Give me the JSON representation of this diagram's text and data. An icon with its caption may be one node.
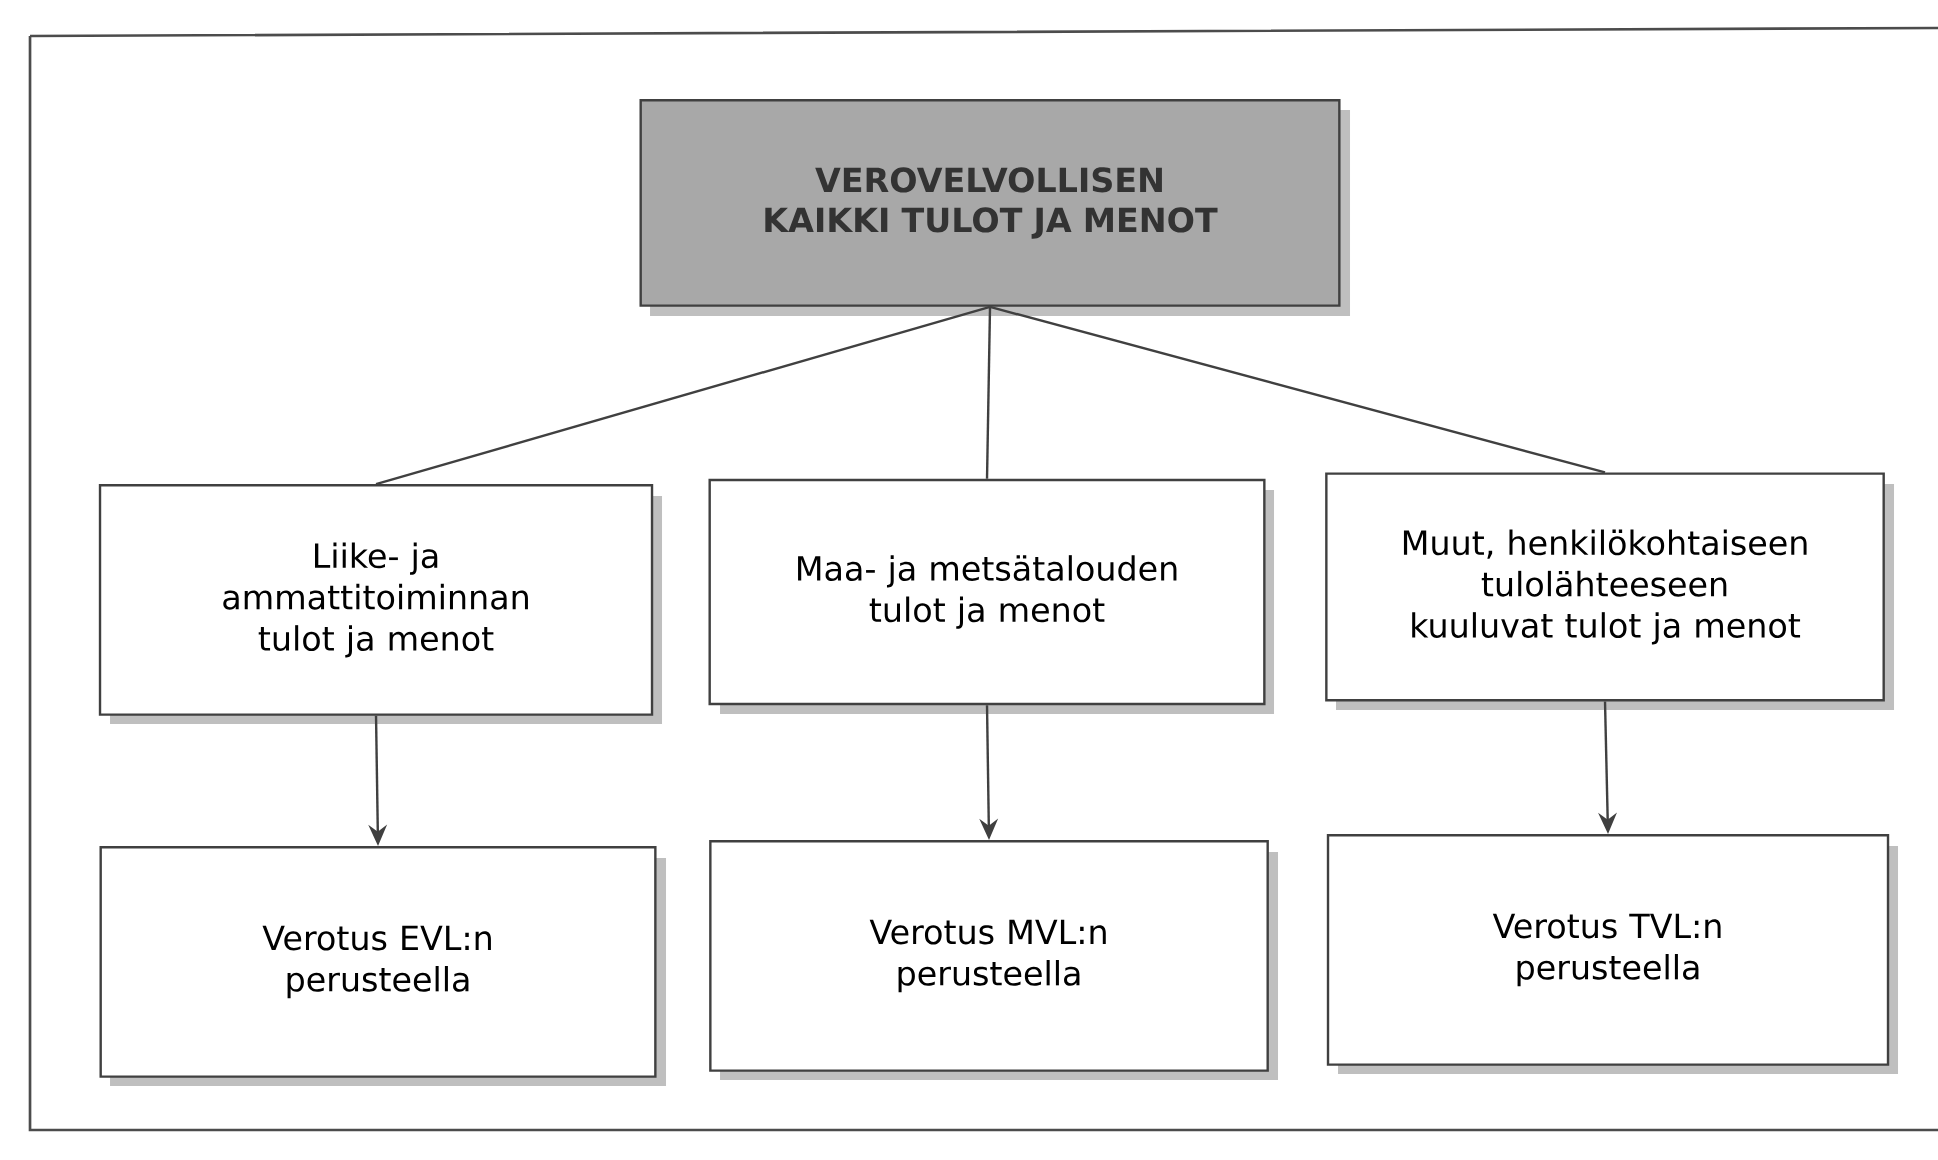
{
  "diagram": {
    "nodes": [
      {
        "text": [
          "VEROVELVOLLISEN KAIKKI TULOT JA MENOT"
        ]
      },
      {
        "text": [
          "Liike- ja ammattitoiminnan tulot ja menot"
        ]
      },
      {
        "text": [
          "Maa- ja metsätalouden tulot ja menot"
        ]
      },
      {
        "text": [
          "Muut, henkilökohtaiseen tulolähteeseen kuuluvat tulot ja menot"
        ]
      },
      {
        "text": [
          "Verotus EVL:n perusteella"
        ]
      },
      {
        "text": [
          "Verotus MVL:n perusteella"
        ]
      },
      {
        "text": [
          "Verotus TVL:n perusteella"
        ]
      }
    ],
    "edges": [
      {
        "from": 0,
        "to": 1,
        "arrow": "none"
      },
      {
        "from": 0,
        "to": 2,
        "arrow": "none"
      },
      {
        "from": 0,
        "to": 3,
        "arrow": "none"
      },
      {
        "from": 1,
        "to": 4,
        "arrow": "to"
      },
      {
        "from": 2,
        "to": 5,
        "arrow": "to"
      },
      {
        "from": 3,
        "to": 6,
        "arrow": "to"
      }
    ]
  }
}
